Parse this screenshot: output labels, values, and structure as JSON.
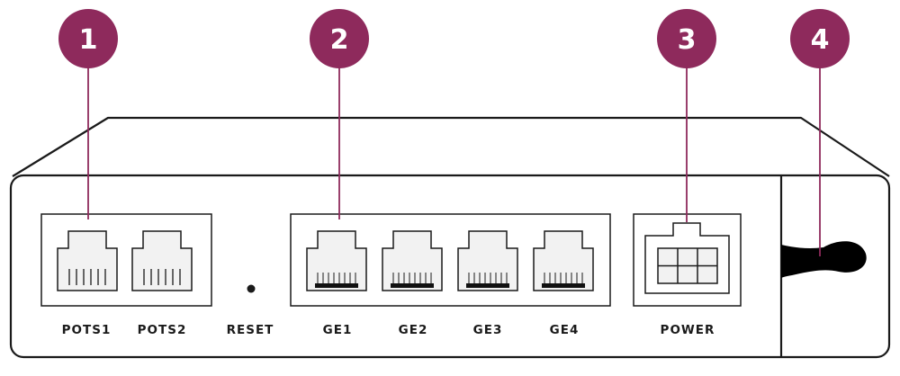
{
  "colors": {
    "callout": "#8e2a5c",
    "outline": "#1a1a1a",
    "port_fill": "#f2f2f2",
    "background": "#ffffff"
  },
  "callouts": [
    {
      "number": "1",
      "target": "pots-ports"
    },
    {
      "number": "2",
      "target": "ethernet-ports"
    },
    {
      "number": "3",
      "target": "power-port"
    },
    {
      "number": "4",
      "target": "side-slot"
    }
  ],
  "ports": {
    "pots1": "POTS1",
    "pots2": "POTS2",
    "reset": "RESET",
    "ge1": "GE1",
    "ge2": "GE2",
    "ge3": "GE3",
    "ge4": "GE4",
    "power": "POWER"
  }
}
